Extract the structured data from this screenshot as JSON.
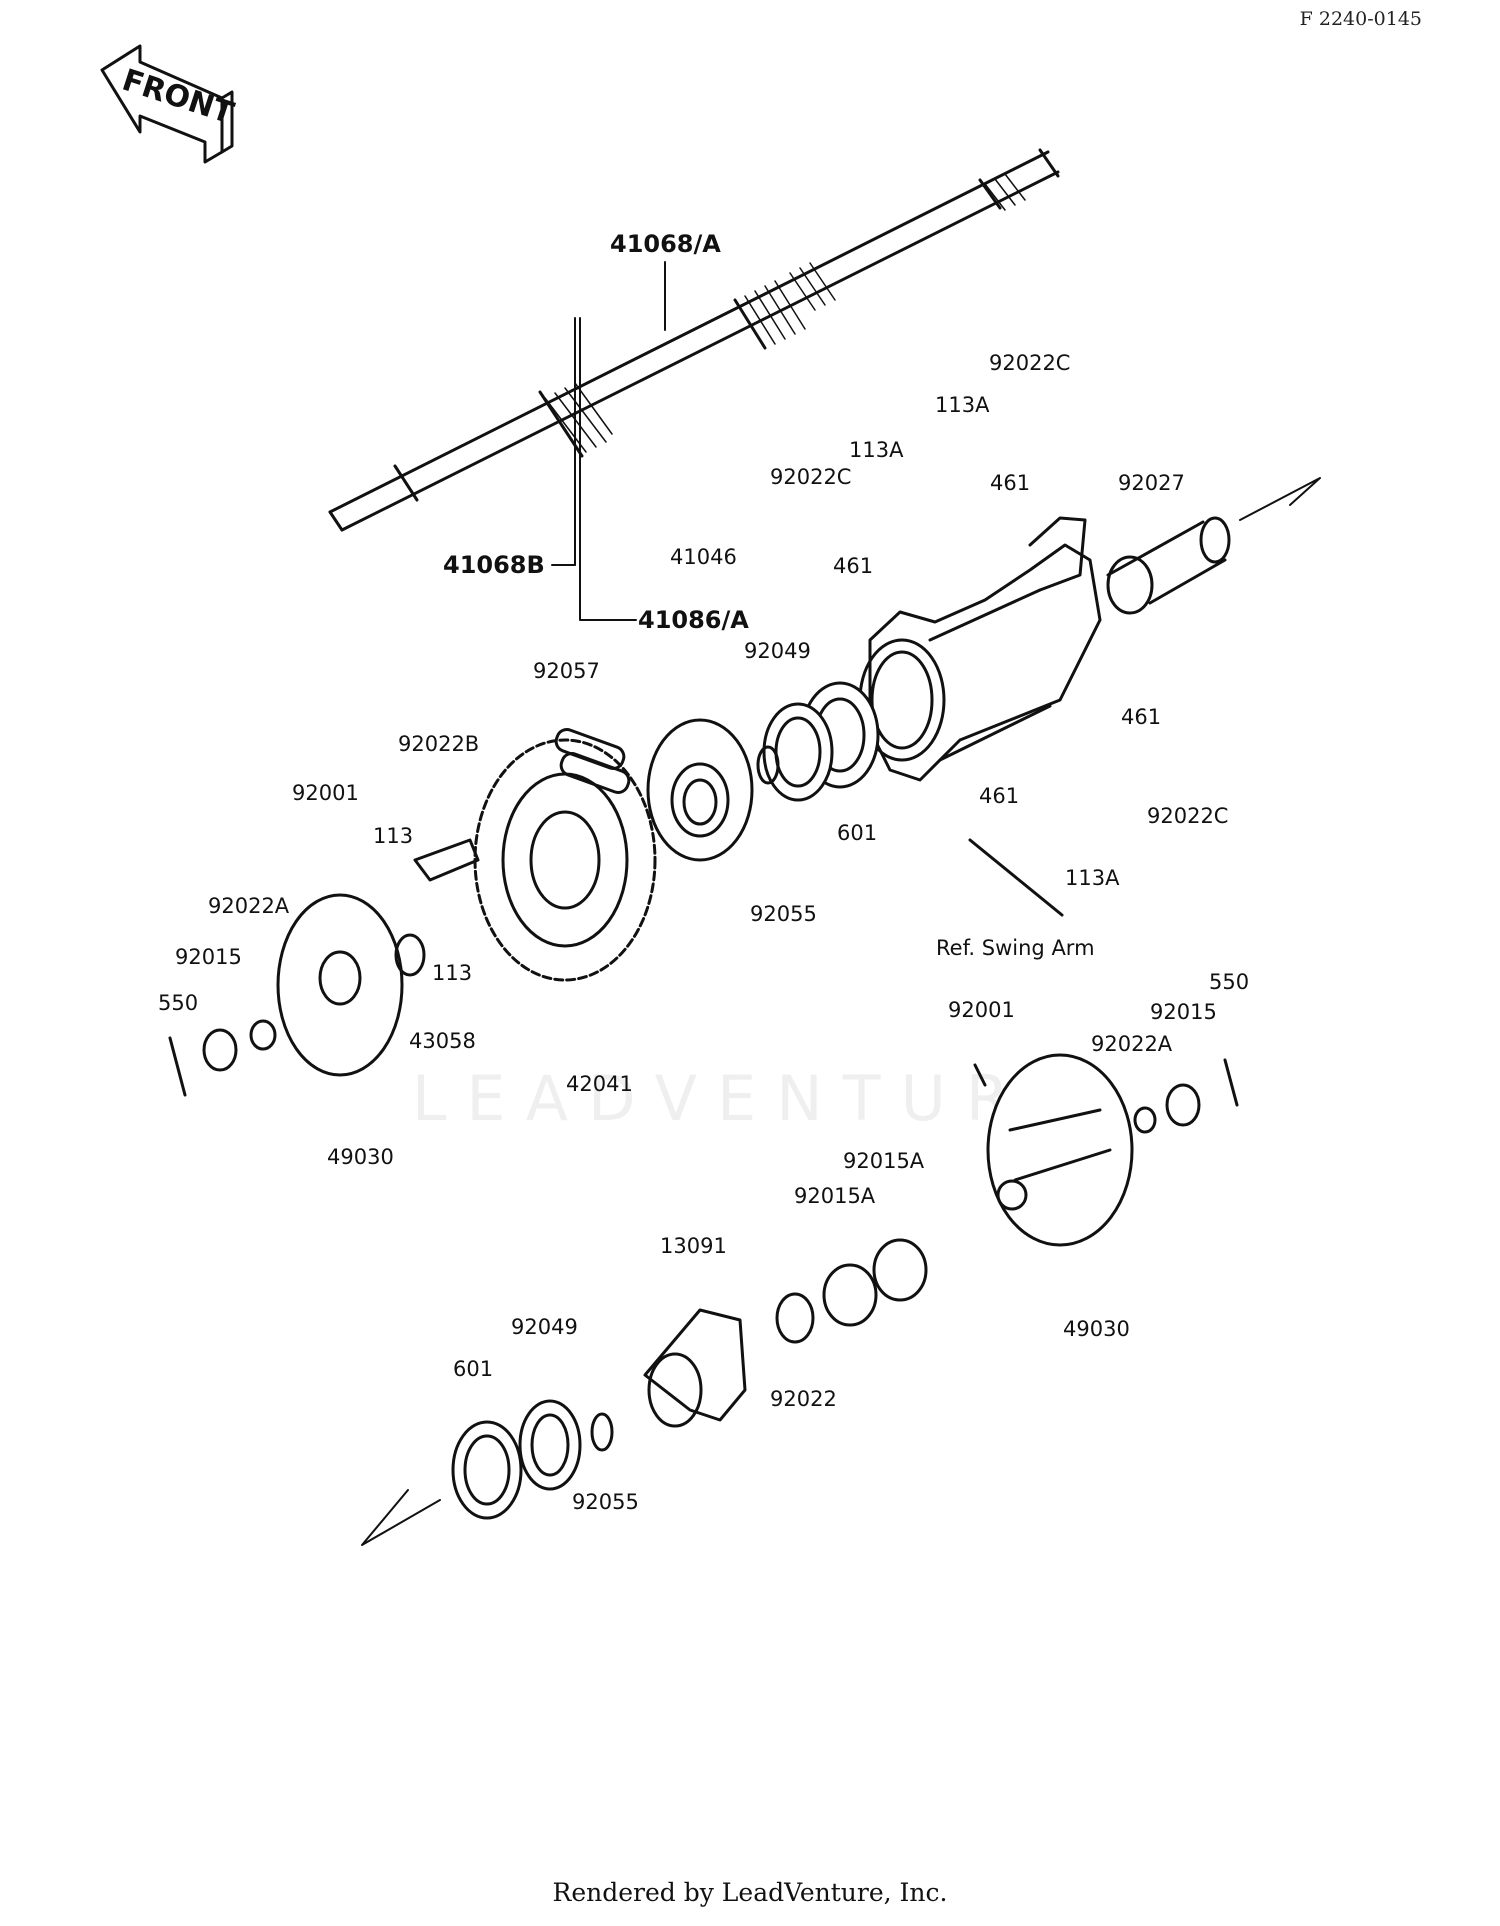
{
  "ref_id": "F 2240-0145",
  "front_arrow": "FRONT",
  "watermark": "LEADVENTURE",
  "footer": "Rendered by LeadVenture, Inc.",
  "icons": {
    "front": "front-arrow-icon",
    "watermark_logo": "leadventure-logo-icon"
  },
  "parts": [
    {
      "id": "41068/A",
      "bold": true
    },
    {
      "id": "41068B",
      "bold": true
    },
    {
      "id": "41086/A",
      "bold": true
    },
    {
      "id": "92022C"
    },
    {
      "id": "113A"
    },
    {
      "id": "461"
    },
    {
      "id": "113A"
    },
    {
      "id": "92022C"
    },
    {
      "id": "461"
    },
    {
      "id": "92027"
    },
    {
      "id": "41046"
    },
    {
      "id": "92057"
    },
    {
      "id": "92049"
    },
    {
      "id": "92022B"
    },
    {
      "id": "92001"
    },
    {
      "id": "113"
    },
    {
      "id": "461"
    },
    {
      "id": "92022C"
    },
    {
      "id": "461"
    },
    {
      "id": "601"
    },
    {
      "id": "113A"
    },
    {
      "id": "92055"
    },
    {
      "id": "Ref. Swing Arm"
    },
    {
      "id": "92022A"
    },
    {
      "id": "92015"
    },
    {
      "id": "113"
    },
    {
      "id": "550"
    },
    {
      "id": "43058"
    },
    {
      "id": "42041"
    },
    {
      "id": "49030"
    },
    {
      "id": "92001"
    },
    {
      "id": "550"
    },
    {
      "id": "92015"
    },
    {
      "id": "92022A"
    },
    {
      "id": "92015A"
    },
    {
      "id": "92015A"
    },
    {
      "id": "13091"
    },
    {
      "id": "92049"
    },
    {
      "id": "601"
    },
    {
      "id": "92022"
    },
    {
      "id": "49030"
    },
    {
      "id": "92055"
    }
  ]
}
